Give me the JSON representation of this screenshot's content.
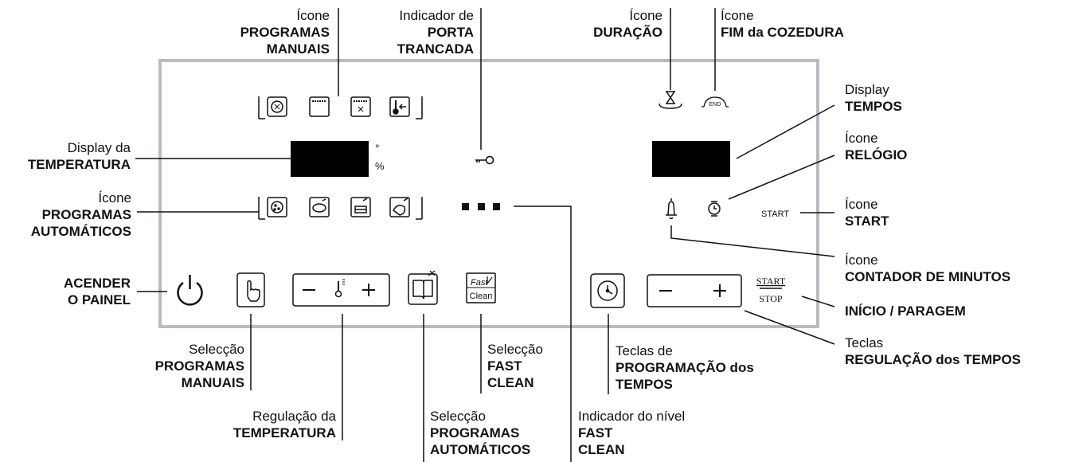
{
  "panel": {
    "unit_degree": "°",
    "unit_percent": "%",
    "start_text": "START",
    "start_key_top": "START",
    "start_key_bottom": "STOP",
    "fast_key_top": "Fast",
    "fast_key_bottom": "Clean",
    "end_icon_text": "END"
  },
  "callouts": {
    "icone_programas_manuais": {
      "l1": "Ícone",
      "l2": "PROGRAMAS",
      "l3": "MANUAIS"
    },
    "indicador_porta": {
      "l1": "Indicador de",
      "l2": "PORTA",
      "l3": "TRANCADA"
    },
    "icone_duracao": {
      "l1": "Ícone",
      "l2": "DURAÇÃO"
    },
    "icone_fim": {
      "l1": "Ícone",
      "l2": "FIM da COZEDURA"
    },
    "display_tempos": {
      "l1": "Display",
      "l2": "TEMPOS"
    },
    "icone_relogio": {
      "l1": "Ícone",
      "l2": "RELÓGIO"
    },
    "display_temperatura": {
      "l1": "Display da",
      "l2": "TEMPERATURA"
    },
    "icone_programas_automaticos": {
      "l1": "Ícone",
      "l2": "PROGRAMAS",
      "l3": "AUTOMÁTICOS"
    },
    "icone_start": {
      "l1": "Ícone",
      "l2": "START"
    },
    "icone_contador": {
      "l1": "Ícone",
      "l2": "CONTADOR DE MINUTOS"
    },
    "acender": {
      "l2": "ACENDER",
      "l3": "O PAINEL"
    },
    "inicio_paragem": {
      "l2": "INÍCIO / PARAGEM"
    },
    "teclas_regulacao": {
      "l1": "Teclas",
      "l2": "REGULAÇÃO dos TEMPOS"
    },
    "seleccao_manuais": {
      "l1": "Selecção",
      "l2": "PROGRAMAS",
      "l3": "MANUAIS"
    },
    "seleccao_fast": {
      "l1": "Selecção",
      "l2": "FAST",
      "l3": "CLEAN"
    },
    "teclas_programacao": {
      "l1": "Teclas de",
      "l2": "PROGRAMAÇÃO dos",
      "l3": "TEMPOS"
    },
    "regulacao_temperatura": {
      "l1": "Regulação da",
      "l2": "TEMPERATURA"
    },
    "seleccao_automaticos": {
      "l1": "Selecção",
      "l2": "PROGRAMAS",
      "l3": "AUTOMÁTICOS"
    },
    "indicador_nivel": {
      "l1": "Indicador do nível",
      "l2": "FAST",
      "l3": "CLEAN"
    }
  }
}
